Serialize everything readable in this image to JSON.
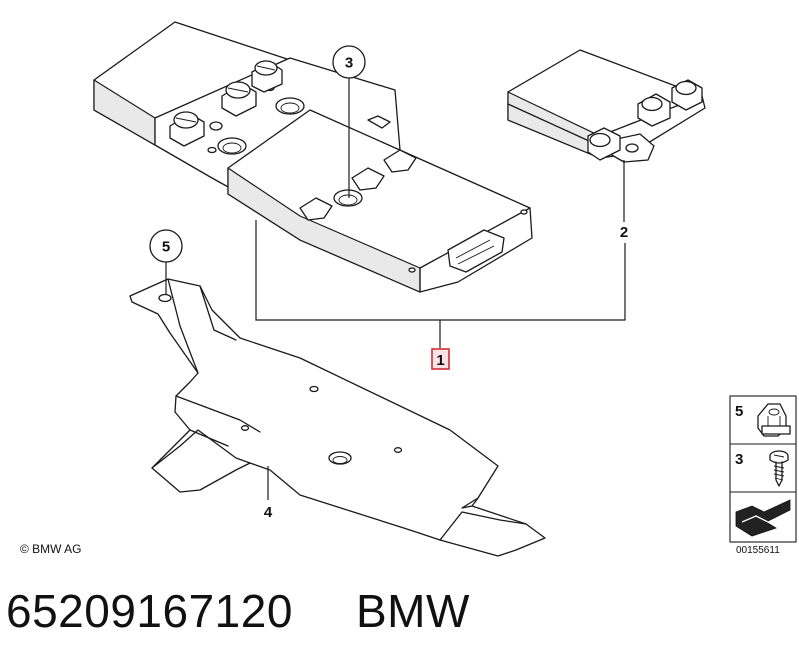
{
  "callouts": {
    "c1": "1",
    "c2": "2",
    "c3": "3",
    "c4": "4",
    "c5": "5"
  },
  "legend": {
    "item5_number": "5",
    "item3_number": "3",
    "ref_number": "00155611"
  },
  "copyright": "© BMW AG",
  "footer": {
    "part_number": "65209167120",
    "brand": "BMW"
  },
  "colors": {
    "highlight": "#d0303a",
    "highlight_fill": "#fbe3e4"
  }
}
